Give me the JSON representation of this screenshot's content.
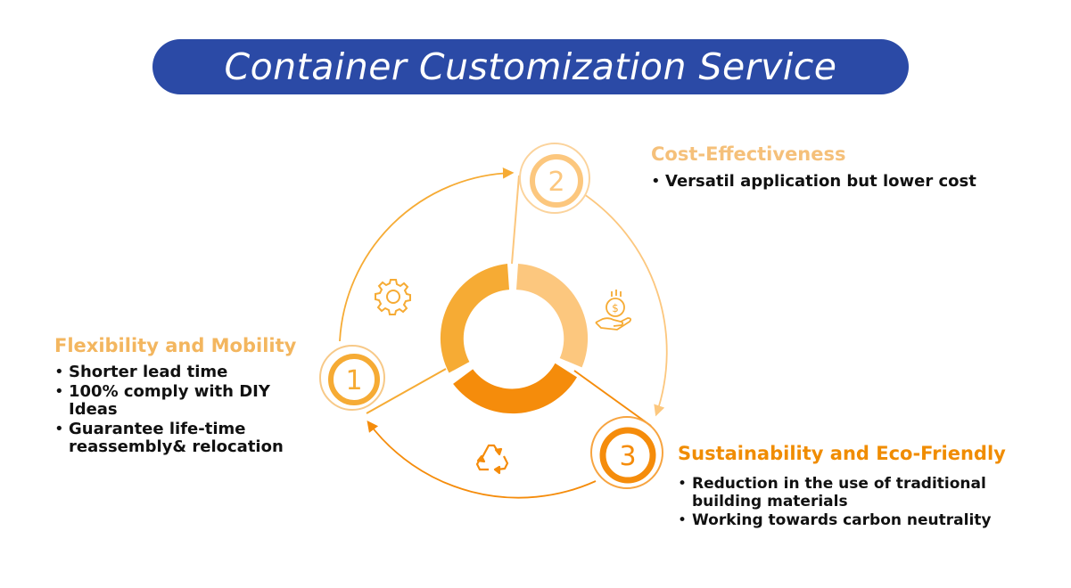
{
  "header": {
    "title": "Container Customization Service"
  },
  "colors": {
    "header_bg": "#2b4aa6",
    "step1": "#f6ab34",
    "step2": "#fcc77e",
    "step3": "#f58c0b",
    "step1_title": "#f3b65f",
    "step2_title": "#f5c07a",
    "step3_title": "#f08c00"
  },
  "steps": [
    {
      "number": "1",
      "title": "Flexibility and Mobility",
      "bullets": [
        "Shorter lead time",
        "100% comply with DIY",
        "Ideas",
        "Guarantee life-time",
        "reassembly& relocation"
      ],
      "icon": "gear-icon"
    },
    {
      "number": "2",
      "title": "Cost-Effectiveness",
      "bullets": [
        "Versatil application but lower cost"
      ],
      "icon": "money-hand-icon"
    },
    {
      "number": "3",
      "title": "Sustainability and Eco-Friendly",
      "bullets": [
        "Reduction in the use of traditional",
        "building materials",
        "Working towards carbon neutrality"
      ],
      "icon": "recycle-icon"
    }
  ]
}
